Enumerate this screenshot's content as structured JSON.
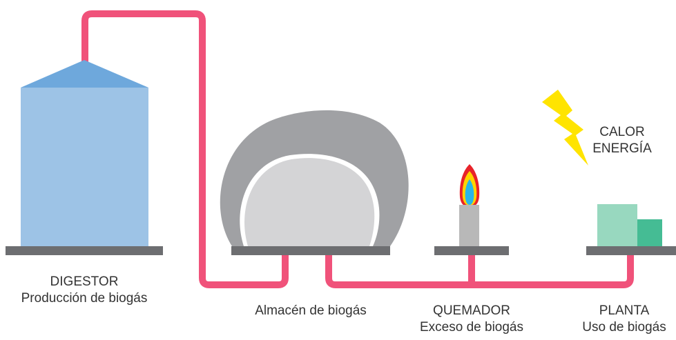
{
  "colors": {
    "pipe": "#f0527a",
    "digester_body": "#9dc3e6",
    "digester_roof": "#6ea8dc",
    "storage_outer": "#a0a1a4",
    "storage_inner": "#d4d4d6",
    "base": "#6d6e71",
    "burner_stem": "#b8b8b8",
    "flame_red": "#e8232a",
    "flame_yellow": "#ffd400",
    "flame_blue": "#29b6e8",
    "bolt": "#ffe400",
    "plant_main": "#98d8bf",
    "plant_small": "#45bc94",
    "text": "#333333"
  },
  "icons": {
    "digester": "silo-tank",
    "storage": "gas-dome",
    "burner": "flame-burner",
    "plant": "engine-block",
    "energy": "lightning-bolt-icon"
  },
  "labels": {
    "digester": {
      "line1": "DIGESTOR",
      "line2": "Producción de biogás"
    },
    "storage": {
      "line1": "Almacén de biogás"
    },
    "burner": {
      "line1": "QUEMADOR",
      "line2": "Exceso de biogás"
    },
    "plant": {
      "line1": "PLANTA",
      "line2": "Uso de biogás"
    },
    "energy": {
      "line1": "CALOR",
      "line2": "ENERGÍA"
    }
  }
}
